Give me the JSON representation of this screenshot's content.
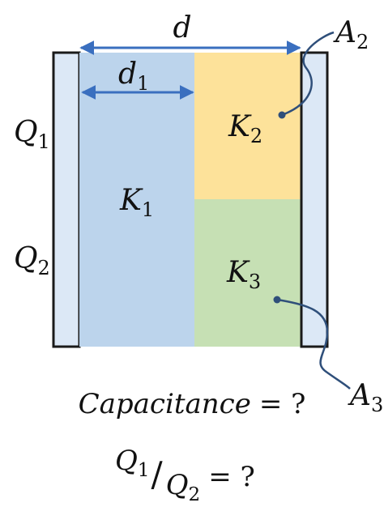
{
  "colors": {
    "plate_fill": "#dce8f6",
    "plate_stroke": "#1a1a1a",
    "k1_fill": "#bcd4ec",
    "k2_fill": "#fde29a",
    "k3_fill": "#c6e0b4",
    "arrow": "#3a6fbf",
    "callout": "#2f4f7a"
  },
  "labels": {
    "d": "d",
    "d1_main": "d",
    "d1_sub": "1",
    "a2_main": "A",
    "a2_sub": "2",
    "a3_main": "A",
    "a3_sub": "3",
    "q1_main": "Q",
    "q1_sub": "1",
    "q2_main": "Q",
    "q2_sub": "2",
    "k1_main": "K",
    "k1_sub": "1",
    "k2_main": "K",
    "k2_sub": "2",
    "k3_main": "K",
    "k3_sub": "3"
  },
  "question": {
    "capacitance_text": "Capacitance",
    "equals_question": "= ?",
    "ratio_num_main": "Q",
    "ratio_num_sub": "1",
    "ratio_slash": "/",
    "ratio_den_main": "Q",
    "ratio_den_sub": "2",
    "ratio_equals_question": "= ?"
  }
}
